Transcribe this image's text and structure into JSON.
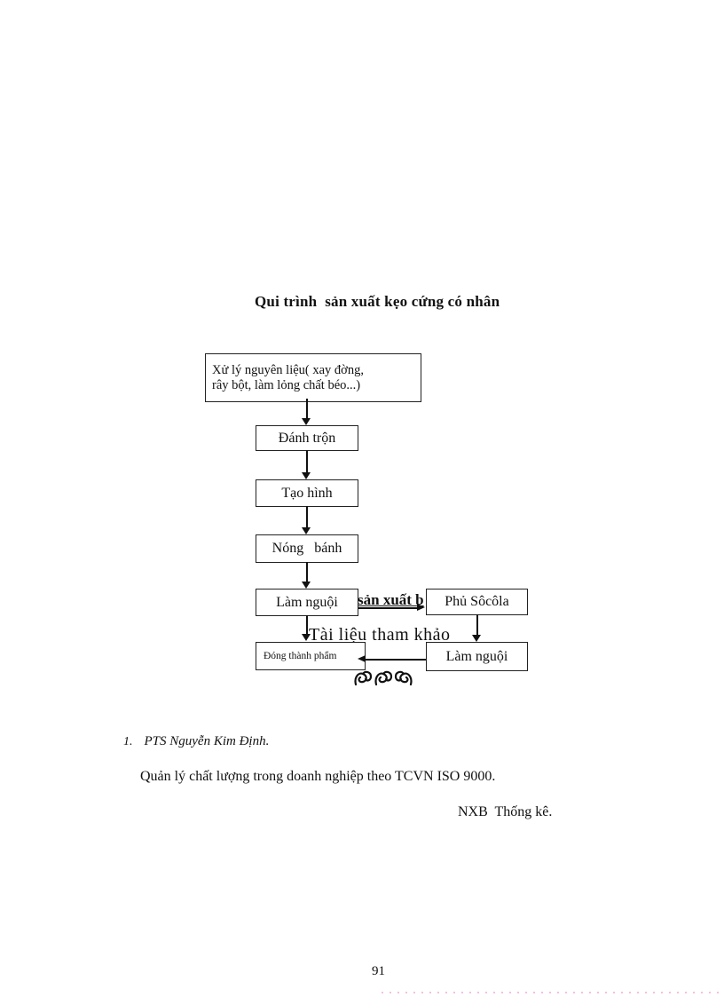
{
  "title": "Qui trình  sản xuất kẹo cứng có nhân",
  "flowchart": {
    "boxes": {
      "raw": "Xử lý nguyên liệu( xay đờng,\nrây bột, làm lỏng chất béo...)",
      "mix": "Đánh trộn",
      "shape": "Tạo hình",
      "bake": "Nóng   bánh",
      "cool_left": "Làm nguội",
      "chocolate": "Phủ Sôcôla",
      "pack": "Đóng thành phẩm",
      "cool_right": "Làm nguội"
    },
    "overlap_bold_text": "sản xuất b",
    "overlap_heading": "Tài liệu tham khảo"
  },
  "references": {
    "item_number": "1.",
    "author": "PTS Nguyễn Kim Định.",
    "work": "Quản lý chất lượng trong doanh nghiệp theo TCVN ISO 9000.",
    "publisher": "NXB  Thống kê."
  },
  "page_number": "91",
  "icons": {
    "ornament": "scroll-flourish-divider"
  },
  "colors": {
    "text": "#111111",
    "dotted_line_pink": "#f9bede",
    "background": "#ffffff"
  }
}
